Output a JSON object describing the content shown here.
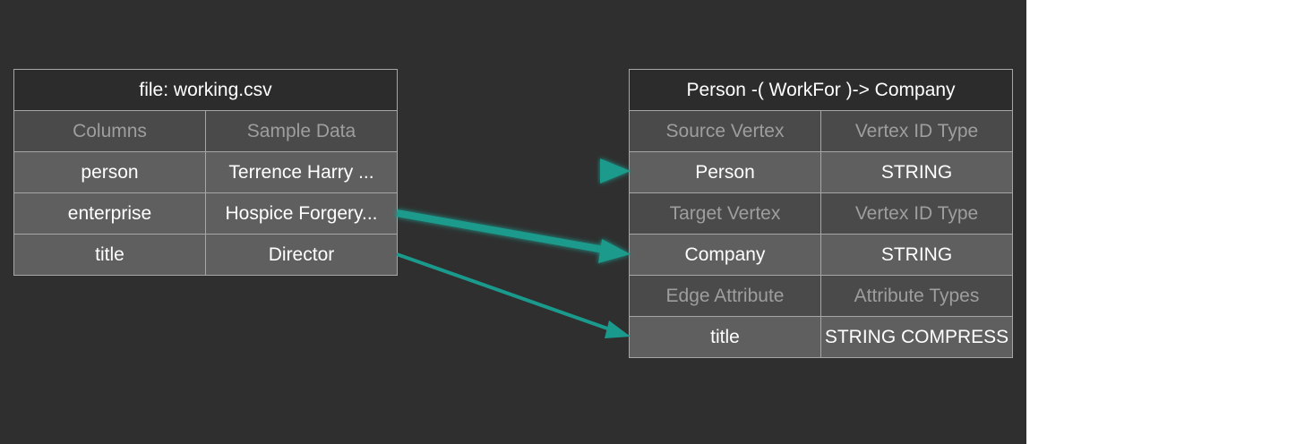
{
  "source_table": {
    "title": "file: working.csv",
    "headers": [
      "Columns",
      "Sample Data"
    ],
    "rows": [
      {
        "column": "person",
        "sample": "Terrence Harry ..."
      },
      {
        "column": "enterprise",
        "sample": "Hospice Forgery..."
      },
      {
        "column": "title",
        "sample": "Director"
      }
    ]
  },
  "mapping_table": {
    "title": "Person -( WorkFor )-> Company",
    "source_header": [
      "Source Vertex",
      "Vertex ID Type"
    ],
    "source_row": [
      "Person",
      "STRING"
    ],
    "target_header": [
      "Target Vertex",
      "Vertex ID Type"
    ],
    "target_row": [
      "Company",
      "STRING"
    ],
    "attribute_header": [
      "Edge Attribute",
      "Attribute Types"
    ],
    "attribute_row": [
      "title",
      "STRING COMPRESS"
    ]
  },
  "colors": {
    "background": "#2f2f2f",
    "arrow": "#1a9a8c",
    "header_text": "#9e9e9e",
    "cell_fill": "#5f5f5f",
    "header_fill": "#4a4a4a"
  }
}
